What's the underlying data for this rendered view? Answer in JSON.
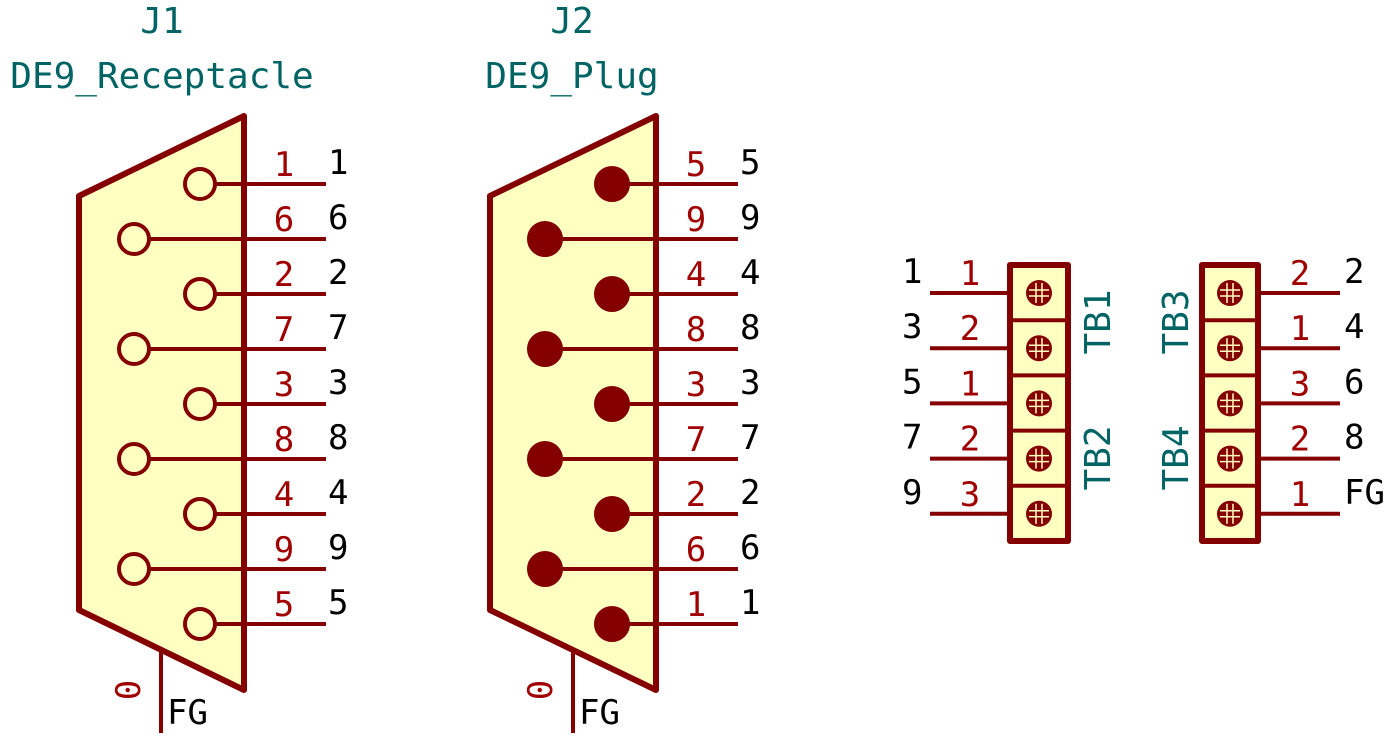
{
  "schematic": {
    "colors": {
      "body_fill": "#ffffc2",
      "body_stroke": "#840000",
      "pin_number": "#a00000",
      "pin_name": "#000000",
      "reference": "#006464"
    },
    "connectors": [
      {
        "reference": "J1",
        "value": "DE9_Receptacle",
        "contact_style": "hollow-circle",
        "pins": [
          {
            "number": "1",
            "name": "1"
          },
          {
            "number": "6",
            "name": "6"
          },
          {
            "number": "2",
            "name": "2"
          },
          {
            "number": "7",
            "name": "7"
          },
          {
            "number": "3",
            "name": "3"
          },
          {
            "number": "8",
            "name": "8"
          },
          {
            "number": "4",
            "name": "4"
          },
          {
            "number": "9",
            "name": "9"
          },
          {
            "number": "5",
            "name": "5"
          }
        ],
        "shield_pin": {
          "number": "0",
          "name": "FG"
        }
      },
      {
        "reference": "J2",
        "value": "DE9_Plug",
        "contact_style": "filled-circle",
        "pins": [
          {
            "number": "5",
            "name": "5"
          },
          {
            "number": "9",
            "name": "9"
          },
          {
            "number": "4",
            "name": "4"
          },
          {
            "number": "8",
            "name": "8"
          },
          {
            "number": "3",
            "name": "3"
          },
          {
            "number": "7",
            "name": "7"
          },
          {
            "number": "2",
            "name": "2"
          },
          {
            "number": "6",
            "name": "6"
          },
          {
            "number": "1",
            "name": "1"
          }
        ],
        "shield_pin": {
          "number": "0",
          "name": "FG"
        }
      }
    ],
    "terminal_blocks": [
      {
        "side": "left",
        "labels": [
          "TB1",
          "TB2"
        ],
        "pins": [
          {
            "number": "1",
            "name": "1"
          },
          {
            "number": "2",
            "name": "3"
          },
          {
            "number": "1",
            "name": "5"
          },
          {
            "number": "2",
            "name": "7"
          },
          {
            "number": "3",
            "name": "9"
          }
        ]
      },
      {
        "side": "right",
        "labels": [
          "TB3",
          "TB4"
        ],
        "pins": [
          {
            "number": "2",
            "name": "2"
          },
          {
            "number": "1",
            "name": "4"
          },
          {
            "number": "3",
            "name": "6"
          },
          {
            "number": "2",
            "name": "8"
          },
          {
            "number": "1",
            "name": "FG"
          }
        ]
      }
    ]
  }
}
